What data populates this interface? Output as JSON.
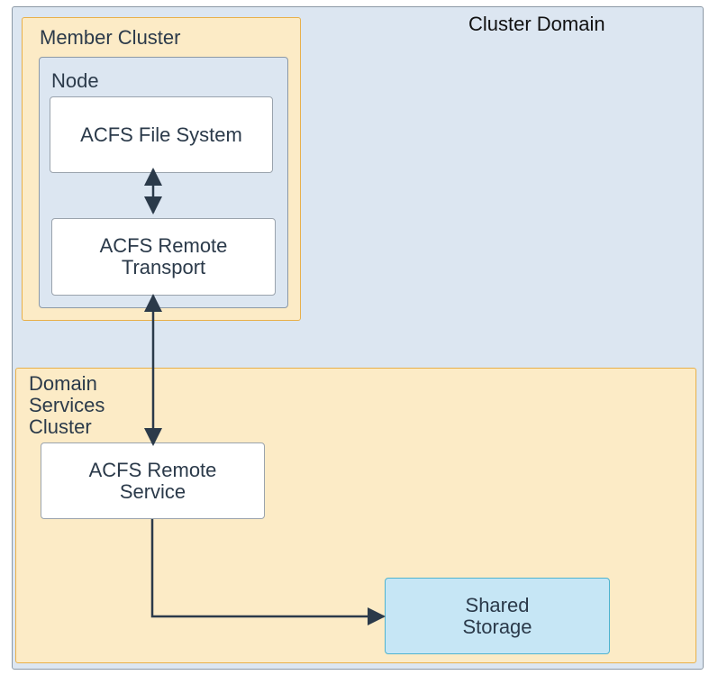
{
  "cluster_domain": {
    "title": "Cluster Domain"
  },
  "member_cluster": {
    "title": "Member Cluster",
    "node": {
      "title": "Node",
      "file_system": "ACFS File System",
      "remote_transport": "ACFS Remote\nTransport"
    }
  },
  "domain_services_cluster": {
    "title": "Domain\nServices\nCluster",
    "remote_service": "ACFS Remote\nService"
  },
  "shared_storage": {
    "label": "Shared\nStorage"
  },
  "colors": {
    "domain_bg": "#dce6f1",
    "cluster_bg": "#fcebc6",
    "cluster_border": "#e8b04a",
    "storage_bg": "#c6e6f5",
    "arrow": "#2b3a4a"
  }
}
